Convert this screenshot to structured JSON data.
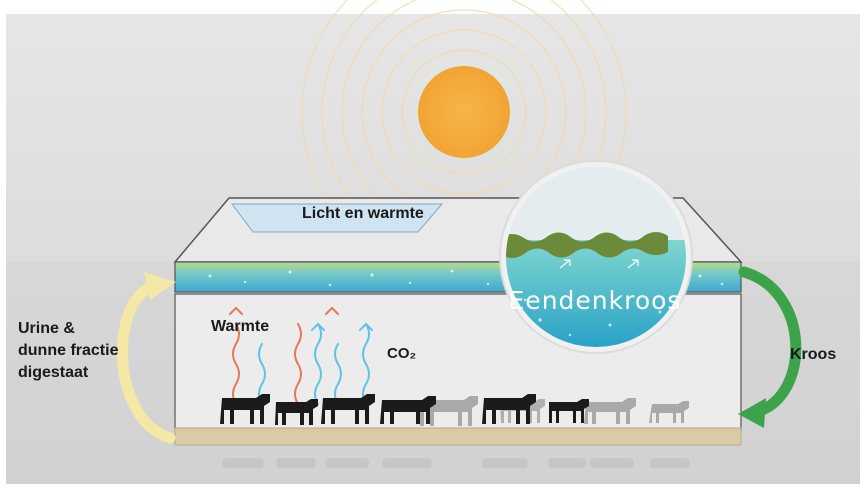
{
  "labels": {
    "licht_en_warmte": "Licht en warmte",
    "warmte": "Warmte",
    "co2": "CO₂",
    "urine_line1": "Urine &",
    "urine_line2": "dunne fractie",
    "urine_line3": "digestaat",
    "kroos": "Kroos",
    "eendenkroos": "Eendenkroos"
  },
  "colors": {
    "sun": "#f5b342",
    "water": "#4fb8d6",
    "duckweed": "#6b8a3a",
    "arrow_left": "#f3e8a6",
    "arrow_right": "#3da34a",
    "warmth_wave": "#e8765a",
    "co2_wave": "#5cc4e4",
    "cow": "#1b1b1b",
    "cow_faded": "#a9a9a9",
    "floor": "#d9cba6"
  },
  "icons": [
    "sun-icon",
    "cow-icon",
    "arrow-icon",
    "wave-icon"
  ]
}
